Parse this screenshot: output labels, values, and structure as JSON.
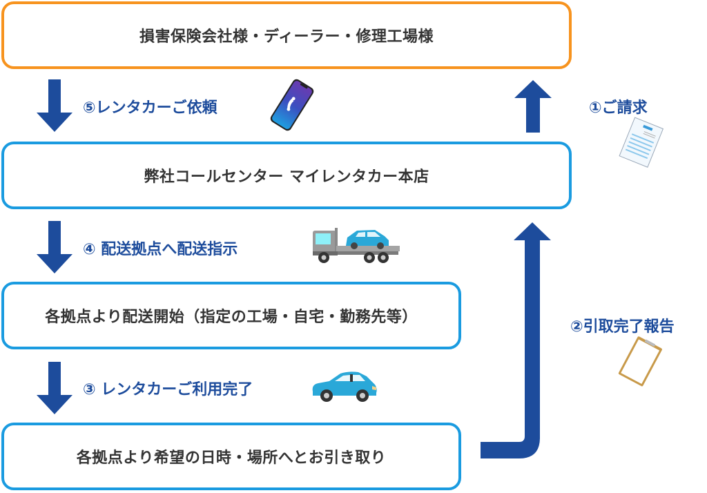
{
  "boxes": {
    "insurers": "損害保険会社様・ディーラー・修理工場様",
    "call_center": "弊社コールセンター マイレンタカー本店",
    "delivery_start": "各拠点より配送開始（指定の工場・自宅・勤務先等）",
    "pickup": "各拠点より希望の日時・場所へとお引き取り"
  },
  "steps": {
    "step1": "①ご請求",
    "step2": "②引取完了報告",
    "step3": "③ レンタカーご利用完了",
    "step4": "④ 配送拠点へ配送指示",
    "step5": "⑤レンタカーご依頼"
  },
  "icons": {
    "phone": "smartphone-call-icon",
    "truck": "car-carrier-truck-icon",
    "car": "car-icon",
    "invoice": "invoice-document-icon",
    "clipboard": "clipboard-icon"
  },
  "colors": {
    "arrow": "#1d4c9c",
    "step_text": "#1d4c9c",
    "orange_border": "#f7931e",
    "blue_border": "#1a9be0",
    "box_text": "#333333"
  }
}
